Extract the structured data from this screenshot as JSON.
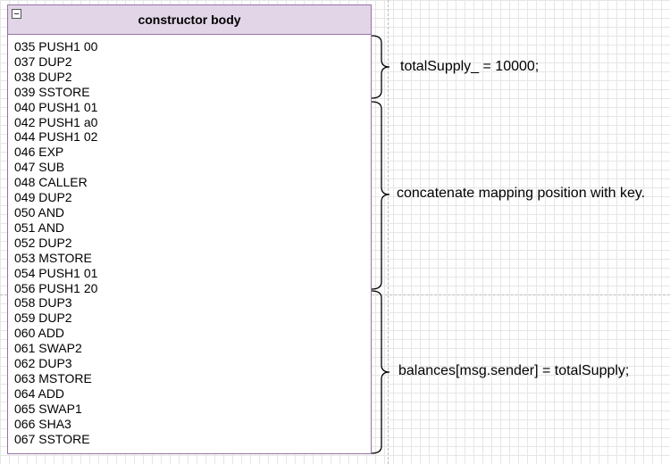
{
  "container": {
    "title": "constructor body",
    "lines": [
      "035 PUSH1 00",
      "037 DUP2",
      "038 DUP2",
      "039 SSTORE",
      "040 PUSH1 01",
      "042 PUSH1 a0",
      "044 PUSH1 02",
      "046 EXP",
      "047 SUB",
      "048 CALLER",
      "049 DUP2",
      "050 AND",
      "051 AND",
      "052 DUP2",
      "053 MSTORE",
      "054 PUSH1 01",
      "056 PUSH1 20",
      "058 DUP3",
      "059 DUP2",
      "060 ADD",
      "061 SWAP2",
      "062 DUP3",
      "063 MSTORE",
      "064 ADD",
      "065 SWAP1",
      "066 SHA3",
      "067 SSTORE"
    ]
  },
  "annotations": [
    {
      "text": "totalSupply_ = 10000;"
    },
    {
      "text": "concatenate mapping position with key."
    },
    {
      "text": "balances[msg.sender] = totalSupply;"
    }
  ],
  "colors": {
    "header_fill": "#e1d5e7",
    "border": "#9673a6"
  }
}
